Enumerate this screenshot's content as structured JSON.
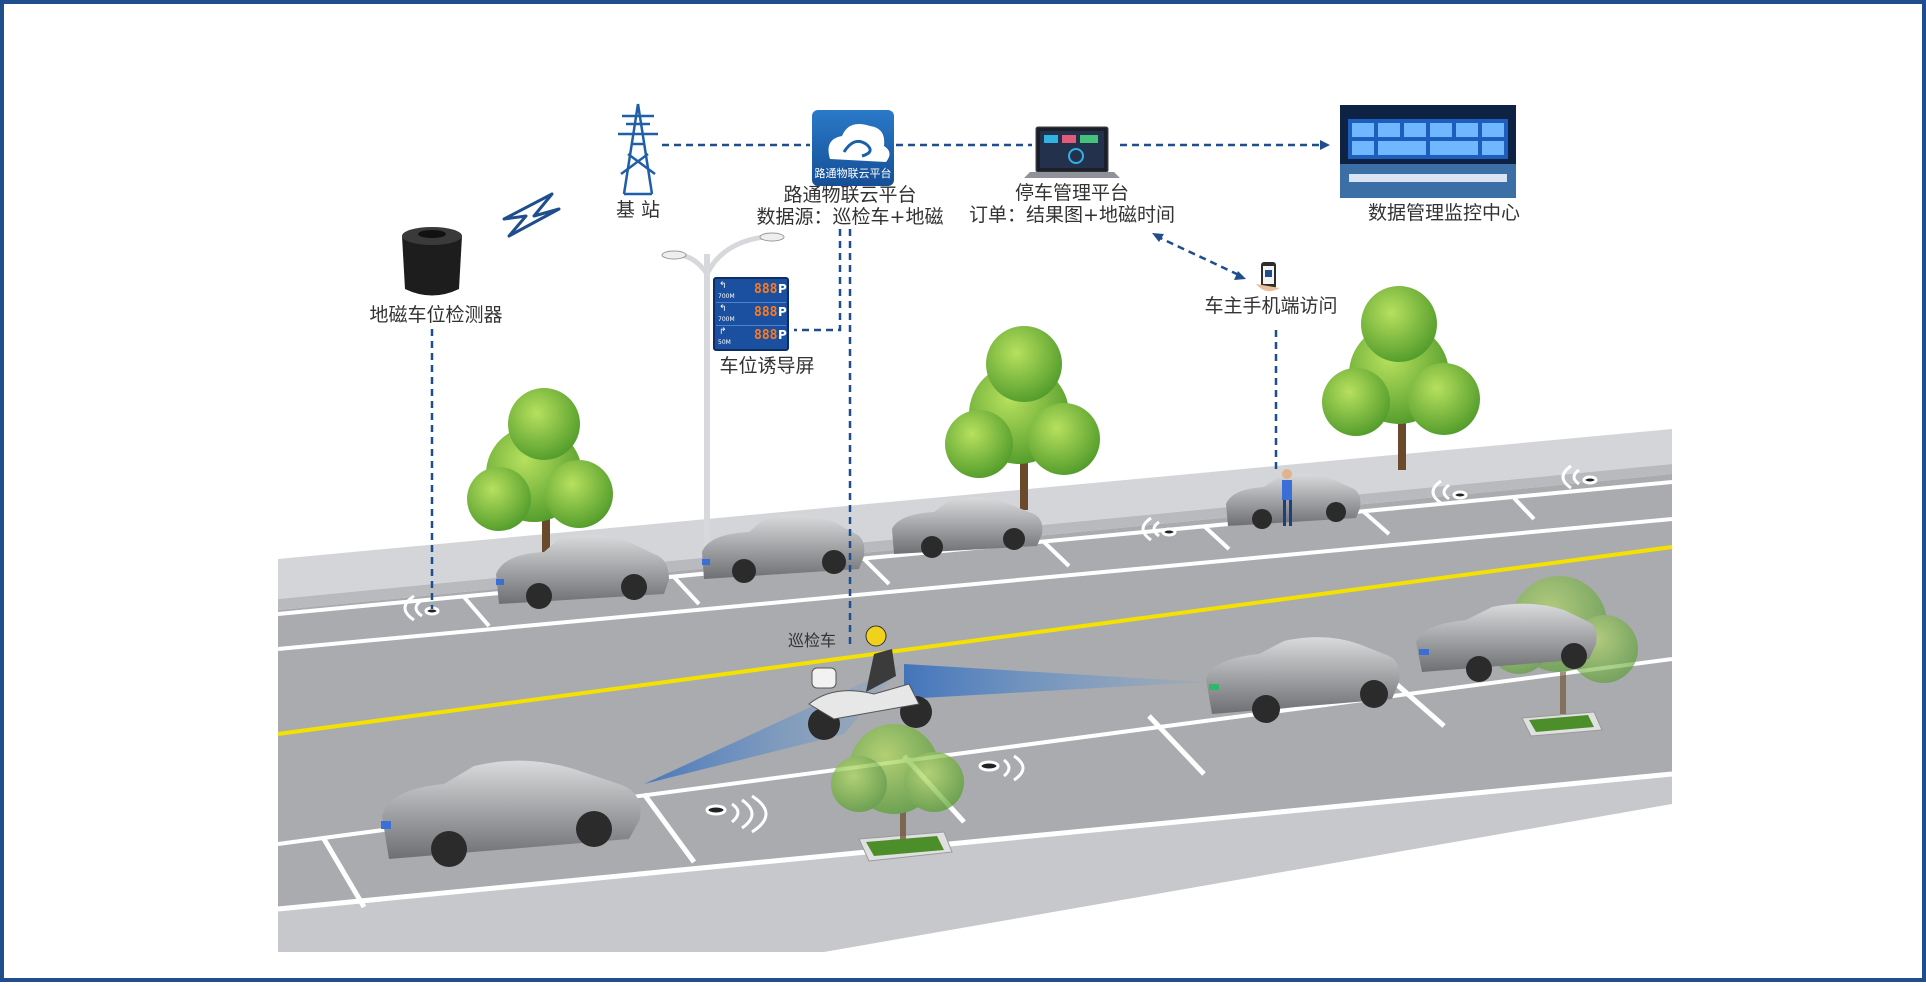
{
  "labels": {
    "base_station": "基 站",
    "cloud_platform": "路通物联云平台",
    "data_source": "数据源：巡检车+地磁",
    "cloud_icon_text": "路通物联云平台",
    "parking_platform": "停车管理平台",
    "order_info": "订单：结果图+地磁时间",
    "monitor_center": "数据管理监控中心",
    "geomagnetic_detector": "地磁车位检测器",
    "guidance_screen": "车位诱导屏",
    "mobile_access": "车主手机端访问",
    "patrol_vehicle": "巡检车"
  },
  "guidance_screen_rows": [
    {
      "distance": "700M",
      "count": "888",
      "unit": "P"
    },
    {
      "distance": "700M",
      "count": "888",
      "unit": "P"
    },
    {
      "distance": "50M",
      "count": "888",
      "unit": "P"
    }
  ],
  "colors": {
    "frame": "#1f4e8c",
    "connector": "#1f4e8c",
    "road": "#a9abae",
    "sidewalk": "#d3d5d8",
    "lane_yellow": "#f5e100",
    "lane_white": "#ffffff",
    "cloud_bg": "#1a5fa8",
    "tree": "#7cbd3f",
    "led": "#ff7a1a"
  }
}
